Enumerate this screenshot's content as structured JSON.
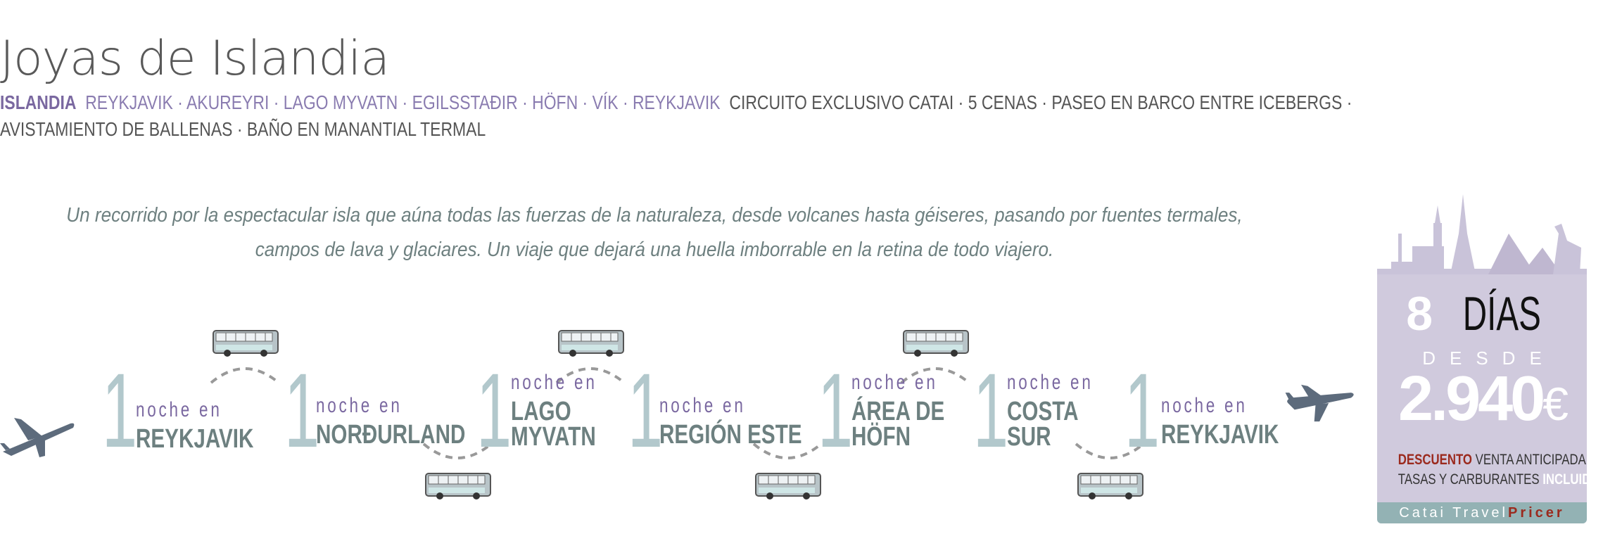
{
  "title": "Joyas de Islandia",
  "subtitle": {
    "country": "ISLANDIA",
    "route": "REYKJAVIK · AKUREYRI · LAGO MYVATN · EGILSSTAÐIR · HÖFN · VÍK · REYKJAVIK",
    "highlights_1": "CIRCUITO EXCLUSIVO CATAI · 5 CENAS · PASEO EN BARCO ENTRE ICEBERGS ·",
    "highlights_2": "AVISTAMIENTO DE BALLENAS · BAÑO EN MANANTIAL TERMAL"
  },
  "intro": {
    "line1": "Un recorrido por la espectacular isla que aúna todas las fuerzas de la naturaleza, desde volcanes hasta géiseres, pasando por fuentes termales,",
    "line2": "campos de lava y glaciares. Un viaje que dejará una huella imborrable en la retina de todo viajero."
  },
  "stops": [
    {
      "nights": "1",
      "label": "noche en",
      "city": [
        "REYKJAVIK"
      ]
    },
    {
      "nights": "1",
      "label": "noche en",
      "city": [
        "NORÐURLAND"
      ]
    },
    {
      "nights": "1",
      "label": "noche en",
      "city": [
        "LAGO",
        "MYVATN"
      ]
    },
    {
      "nights": "1",
      "label": "noche en",
      "city": [
        "REGIÓN ESTE"
      ]
    },
    {
      "nights": "1",
      "label": "noche en",
      "city": [
        "ÁREA DE",
        "HÖFN"
      ]
    },
    {
      "nights": "1",
      "label": "noche en",
      "city": [
        "COSTA",
        "SUR"
      ]
    },
    {
      "nights": "1",
      "label": "noche en",
      "city": [
        "REYKJAVIK"
      ]
    }
  ],
  "price_box": {
    "days_num": "8",
    "days_word": "DÍAS",
    "from": "DESDE",
    "price": "2.940",
    "currency": "€",
    "discount_bold": "DESCUENTO",
    "discount_rest": "VENTA ANTICIPADA",
    "taxes": "TASAS Y CARBURANTES",
    "included": "INCLUIDOS",
    "brand1": "Catai Travel",
    "brand2": "Pricer"
  },
  "colors": {
    "accent": "#7a68a0",
    "teal": "#93b2b4",
    "box": "#d0cadd",
    "red": "#9b2a1e"
  }
}
